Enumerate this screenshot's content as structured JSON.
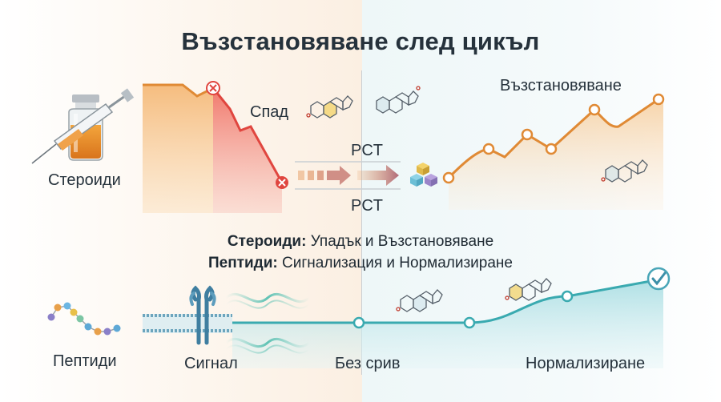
{
  "title": "Възстановяване след цикъл",
  "labels": {
    "steroids": "Стероиди",
    "drop": "Спад",
    "pct_top": "PCT",
    "pct_bottom": "PCT",
    "recovery": "Възстановяване",
    "peptides": "Пептиди",
    "signal": "Сигнал",
    "no_crash": "Без срив",
    "normalization": "Нормализиране"
  },
  "center": {
    "line1_bold": "Стероиди:",
    "line1_text": " Упадък и Възстановяване",
    "line2_bold": "Пептиди:",
    "line2_text": " Сигнализация и Нормализиране"
  },
  "colors": {
    "orange": "#e8923f",
    "orange_fill": "#f6c48a",
    "red": "#e0463f",
    "teal": "#3aaab0",
    "teal_fill": "#bfe6ea",
    "arrow": "#b06a78",
    "text": "#26323c"
  }
}
